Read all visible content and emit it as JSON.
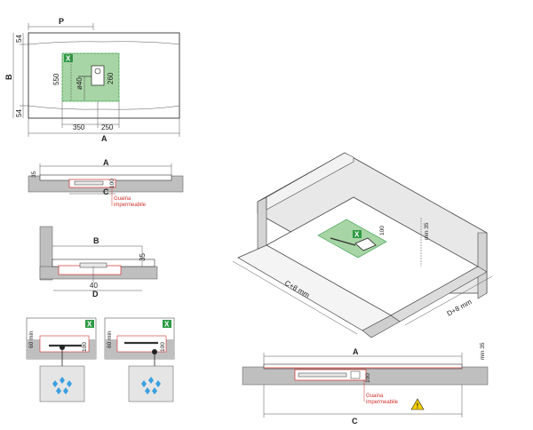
{
  "top_plan": {
    "labels": {
      "P": "P",
      "B": "B",
      "A": "A",
      "d54_top": "54",
      "d54_bottom": "54",
      "d550": "550",
      "d260": "260",
      "d40": "ø40",
      "d350": "350",
      "d250": "250"
    },
    "x_badge": "X"
  },
  "section_a": {
    "A": "A",
    "C": "C",
    "d35": "35",
    "d100": "100",
    "membrane_line1": "Guaina",
    "membrane_line2": "impermeabile"
  },
  "section_b": {
    "B": "B",
    "D": "D",
    "d35": "35",
    "d40": "40"
  },
  "details": {
    "left": {
      "d60": "60 min",
      "d100": "100",
      "x_badge": "X"
    },
    "right": {
      "d60": "60 min",
      "d100": "100",
      "x_badge": "X"
    }
  },
  "iso": {
    "d100": "100",
    "min35": "min 35",
    "c_label": "C+8 mm",
    "d_label": "D+8 mm",
    "x_badge": "X"
  },
  "section_bottom": {
    "A": "A",
    "C": "C",
    "min35": "min 35",
    "d100": "100",
    "membrane_line1": "Guaina",
    "membrane_line2": "impermeabile"
  },
  "colors": {
    "green": "#a8d5a5",
    "green_dark": "#2e9a45",
    "red": "#d0312d",
    "gray": "#bfbfbf",
    "warn_yellow": "#f5d000"
  }
}
